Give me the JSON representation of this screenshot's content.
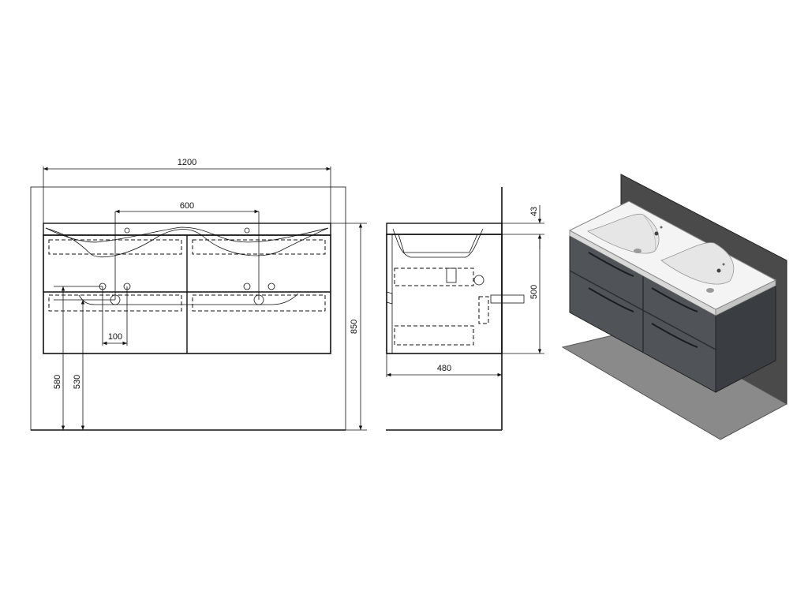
{
  "dimensions": {
    "overall_width": "1200",
    "tap_spacing": "600",
    "overall_height": "850",
    "depth": "480",
    "top_thickness": "43",
    "side_height": "500",
    "offset_100": "100",
    "drain_height_580": "580",
    "drain_height_530": "530"
  },
  "colors": {
    "line": "#111111",
    "cabinet": "#505459",
    "cabinet_dark": "#3a3d41",
    "wall": "#4a4a4a",
    "floor": "#8a8a8a",
    "basin": "#f4f4f4"
  }
}
